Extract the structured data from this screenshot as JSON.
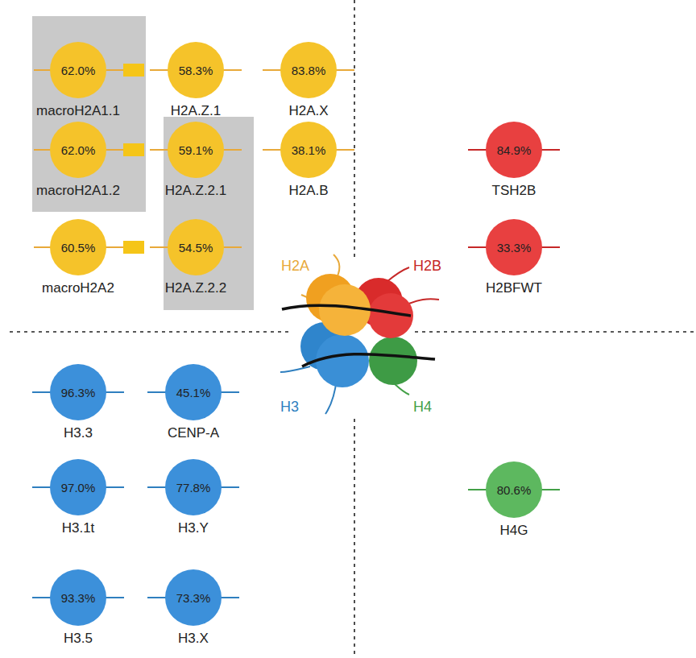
{
  "diagram": {
    "nodes": [
      {
        "text": [
          "62.0%",
          "macroH2A1.1"
        ]
      },
      {
        "text": [
          "58.3%",
          "H2A.Z.1"
        ]
      },
      {
        "text": [
          "83.8%",
          "H2A.X"
        ]
      },
      {
        "text": [
          "62.0%",
          "macroH2A1.2"
        ]
      },
      {
        "text": [
          "59.1%",
          "H2A.Z.2.1"
        ]
      },
      {
        "text": [
          "38.1%",
          "H2A.B"
        ]
      },
      {
        "text": [
          "84.9%",
          "TSH2B"
        ]
      },
      {
        "text": [
          "60.5%",
          "macroH2A2"
        ]
      },
      {
        "text": [
          "54.5%",
          "H2A.Z.2.2"
        ]
      },
      {
        "text": [
          "33.3%",
          "H2BFWT"
        ]
      },
      {
        "text": [
          "96.3%",
          "H3.3"
        ]
      },
      {
        "text": [
          "45.1%",
          "CENP-A"
        ]
      },
      {
        "text": [
          "97.0%",
          "H3.1t"
        ]
      },
      {
        "text": [
          "77.8%",
          "H3.Y"
        ]
      },
      {
        "text": [
          "80.6%",
          "H4G"
        ]
      },
      {
        "text": [
          "93.3%",
          "H3.5"
        ]
      },
      {
        "text": [
          "73.3%",
          "H3.X"
        ]
      }
    ],
    "labels": [
      "H2A",
      "H2B",
      "H3",
      "H4"
    ]
  }
}
